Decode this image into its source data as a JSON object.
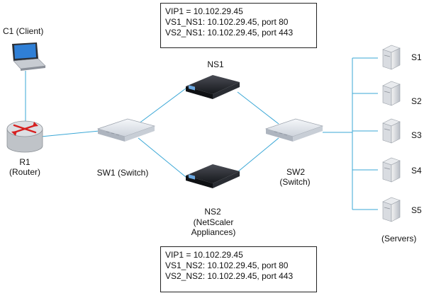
{
  "nodes": {
    "client": {
      "label": "C1 (Client)"
    },
    "router": {
      "label1": "R1",
      "label2": "(Router)"
    },
    "sw1": {
      "label": "SW1 (Switch)"
    },
    "ns1": {
      "label": "NS1"
    },
    "ns2": {
      "label1": "NS2",
      "label2": "(NetScaler",
      "label3": "Appliances)"
    },
    "sw2": {
      "label1": "SW2",
      "label2": "(Switch)"
    },
    "servers": {
      "items": [
        "S1",
        "S2",
        "S3",
        "S4",
        "S5"
      ],
      "group_label": "(Servers)"
    }
  },
  "config_ns1": {
    "line1": "VIP1 = 10.102.29.45",
    "line2": "VS1_NS1: 10.102.29.45, port 80",
    "line3": "VS2_NS1: 10.102.29.45, port 443"
  },
  "config_ns2": {
    "line1": "VIP1 = 10.102.29.45",
    "line2": "VS1_NS2: 10.102.29.45, port 80",
    "line3": "VS2_NS2: 10.102.29.45, port 443"
  },
  "colors": {
    "link": "#3aa7d6",
    "device_dark": "#1d1f24",
    "switch_light": "#e6eaf0"
  }
}
